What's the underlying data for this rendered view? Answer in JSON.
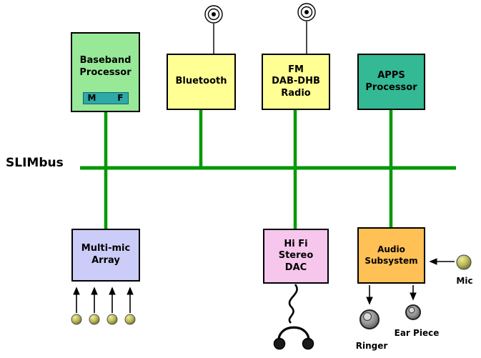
{
  "bus": {
    "label": "SLIMbus"
  },
  "boxes": {
    "baseband": {
      "label": "Baseband\nProcessor",
      "m": "M",
      "f": "F"
    },
    "bluetooth": {
      "label": "Bluetooth"
    },
    "fm": {
      "label": "FM\nDAB-DHB\nRadio"
    },
    "apps": {
      "label": "APPS\nProcessor"
    },
    "multimic": {
      "label": "Multi-mic\nArray"
    },
    "dac": {
      "label": "Hi Fi\nStereo\nDAC"
    },
    "audio": {
      "label": "Audio\nSubsystem"
    }
  },
  "peripherals": {
    "ringer_label": "Ringer",
    "earpiece_label": "Ear Piece",
    "mic_label": "Mic"
  },
  "colors": {
    "bus_green": "#009900",
    "baseband_fill": "#97E897",
    "mf_bar_fill": "#2FA8A8",
    "bluetooth_fill": "#FFFF94",
    "fm_fill": "#FFFF94",
    "apps_fill": "#33B993",
    "multimic_fill": "#CCCCF8",
    "dac_fill": "#F6C6EC",
    "audio_fill": "#FFC055"
  }
}
